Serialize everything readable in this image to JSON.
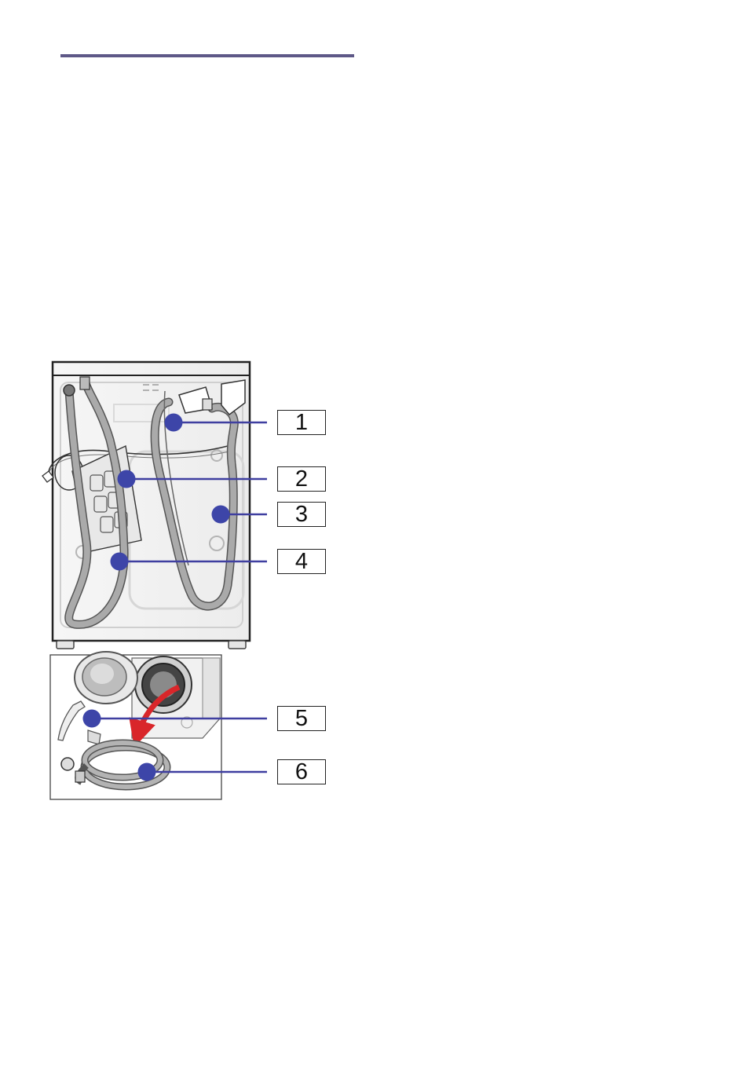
{
  "colors": {
    "rule": "#5e5887",
    "callout": "#3f3fa0",
    "marker": "#3d45a8",
    "hose": "#a9a9a9",
    "hose_outline": "#555555",
    "frame": "#222222",
    "arrow": "#d9262a"
  },
  "callouts": [
    {
      "number": "1"
    },
    {
      "number": "2"
    },
    {
      "number": "3"
    },
    {
      "number": "4"
    },
    {
      "number": "5"
    },
    {
      "number": "6"
    }
  ]
}
